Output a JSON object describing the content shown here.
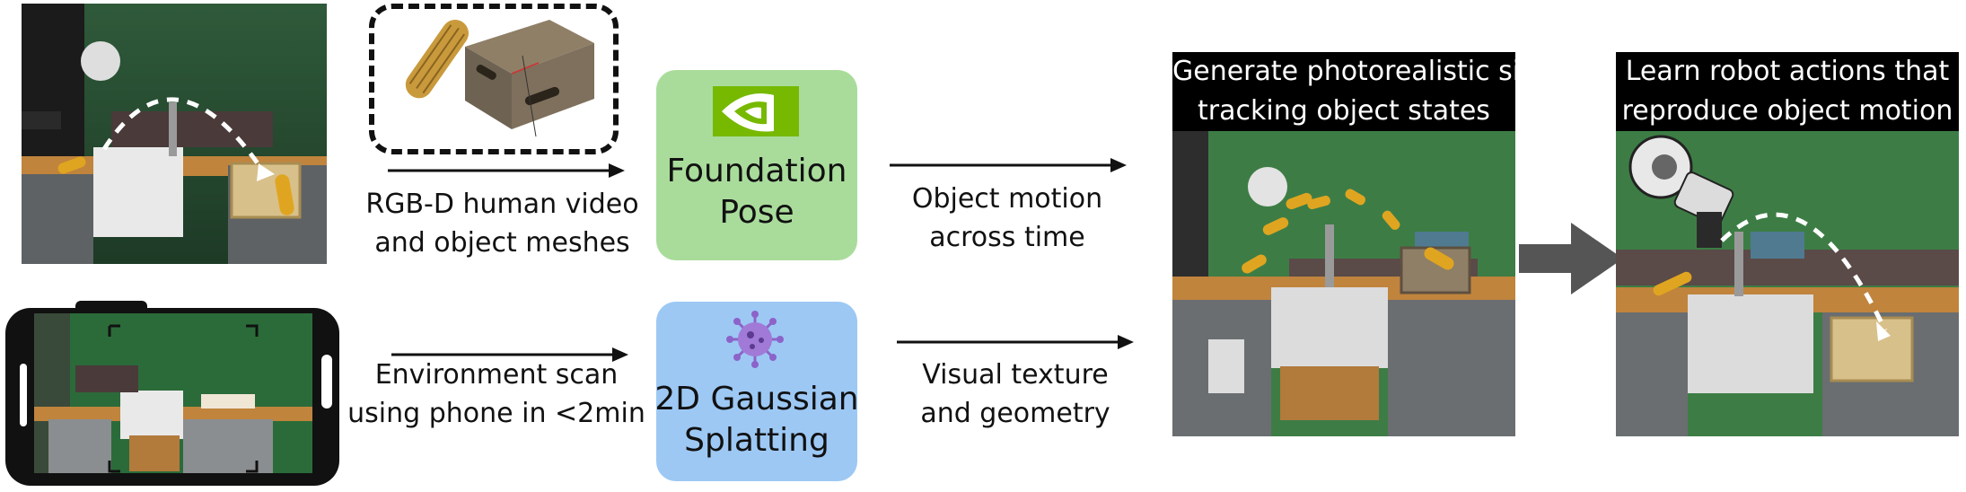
{
  "inputs": {
    "video_caption_line1": "RGB-D human video",
    "video_caption_line2": "and object meshes",
    "scan_caption_line1": "Environment scan",
    "scan_caption_line2": "using phone in <2min"
  },
  "modules": {
    "pose": {
      "line1": "Foundation",
      "line2": "Pose",
      "color": "#a9dc9b"
    },
    "splat": {
      "line1": "2D Gaussian",
      "line2": "Splatting",
      "color": "#9dc8f4"
    }
  },
  "outputs": {
    "motion_line1": "Object motion",
    "motion_line2": "across time",
    "texture_line1": "Visual texture",
    "texture_line2": "and geometry"
  },
  "panels": {
    "sim_line1": "Generate photorealistic sim",
    "sim_line2": "tracking object states",
    "robot_line1": "Learn robot actions that",
    "robot_line2": "reproduce object motion"
  },
  "colors": {
    "nvidia_green": "#76b900",
    "big_arrow": "#555555",
    "splat_purple": "#8c63c9"
  },
  "icons": [
    "nvidia-logo-icon",
    "gaussian-splat-icon",
    "phone-frame-icon",
    "big-right-arrow-icon"
  ]
}
